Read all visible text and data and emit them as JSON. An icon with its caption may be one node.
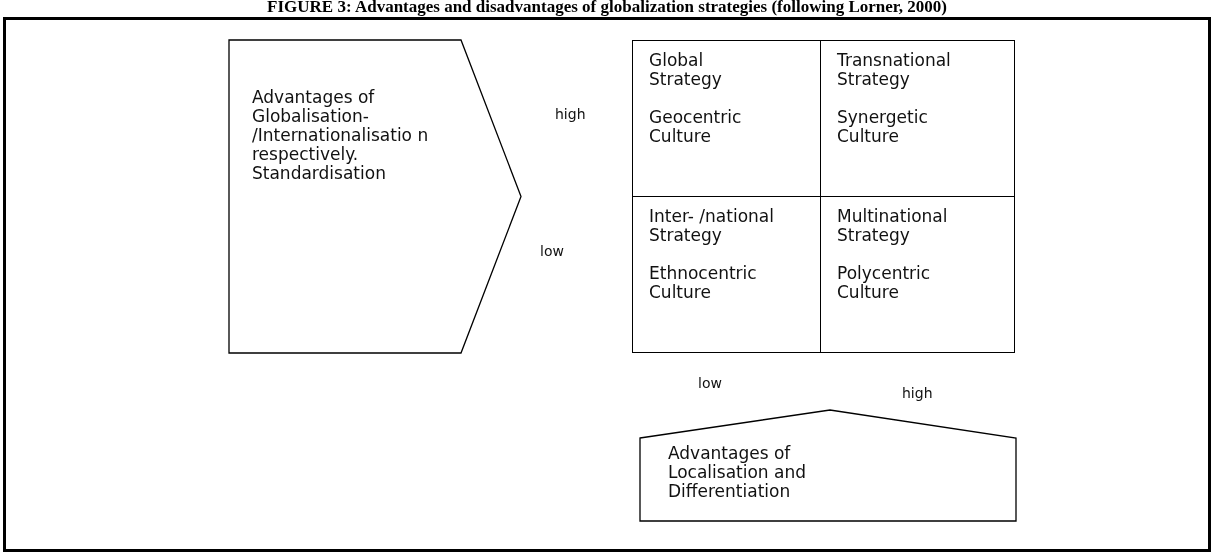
{
  "diagram": {
    "title": "FIGURE 3: Advantages and disadvantages of globalization strategies (following Lorner, 2000)",
    "nodes": [
      {
        "text": [
          "Advantages of Globalisation- /Internationalisatio n respectively. Standardisation"
        ]
      },
      {
        "text": [
          "Global Strategy",
          "Geocentric Culture"
        ]
      },
      {
        "text": [
          "Transnational Strategy",
          "Synergetic Culture"
        ]
      },
      {
        "text": [
          "Inter- /national Strategy",
          "Ethnocentric Culture"
        ]
      },
      {
        "text": [
          "Multinational Strategy",
          "Polycentric Culture"
        ]
      },
      {
        "text": [
          "Advantages of Localisation and Differentiation"
        ]
      }
    ],
    "edges": [],
    "labels": [
      "high",
      "low",
      "low",
      "high"
    ]
  }
}
